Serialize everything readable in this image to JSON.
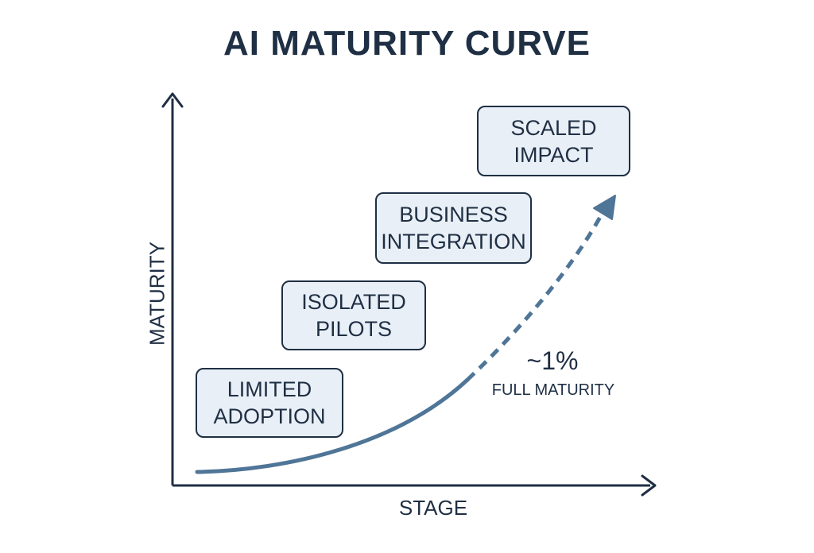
{
  "title": "AI MATURITY CURVE",
  "axes": {
    "x_label": "STAGE",
    "y_label": "MATURITY"
  },
  "stages": [
    {
      "line1": "LIMITED",
      "line2": "ADOPTION"
    },
    {
      "line1": "ISOLATED",
      "line2": "PILOTS"
    },
    {
      "line1": "BUSINESS",
      "line2": "INTEGRATION"
    },
    {
      "line1": "SCALED",
      "line2": "IMPACT"
    }
  ],
  "annotation": {
    "value": "~1%",
    "caption": "FULL MATURITY"
  },
  "colors": {
    "text": "#1f2f44",
    "curve": "#4f7597",
    "box_fill": "#e9eff6",
    "box_border": "#1f2f44"
  }
}
